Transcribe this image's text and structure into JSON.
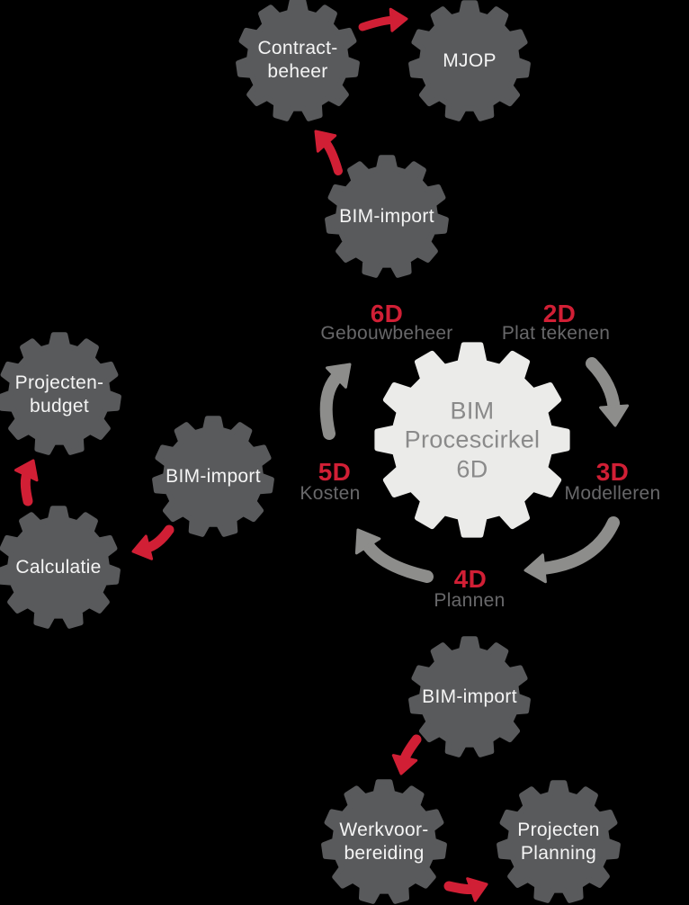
{
  "diagram": {
    "title": "BIM Procescirkel 6D",
    "center_gear_label": "BIM\nProcescirkel\n6D",
    "gears": {
      "contract_beheer": "Contract-\nbeheer",
      "mjop": "MJOP",
      "bim_import_top": "BIM-import",
      "projecten_budget": "Projecten-\nbudget",
      "bim_import_left": "BIM-import",
      "calculatie": "Calculatie",
      "bim_import_bottom": "BIM-import",
      "werkvoorbereiding": "Werkvoor-\nbereiding",
      "projecten_planning": "Projecten\nPlanning"
    },
    "phases": [
      {
        "code": "6D",
        "label": "Gebouwbeheer"
      },
      {
        "code": "2D",
        "label": "Plat tekenen"
      },
      {
        "code": "3D",
        "label": "Modelleren"
      },
      {
        "code": "4D",
        "label": "Plannen"
      },
      {
        "code": "5D",
        "label": "Kosten"
      }
    ],
    "colors": {
      "background": "#000000",
      "gear_dark": "#595a5c",
      "gear_light": "#ebebe9",
      "red": "#d11f35",
      "gray_arrow": "#8d8d8b",
      "phase_label": "#68686a",
      "center_text": "#8a8a8a",
      "gear_text": "#f4f4f4"
    }
  }
}
